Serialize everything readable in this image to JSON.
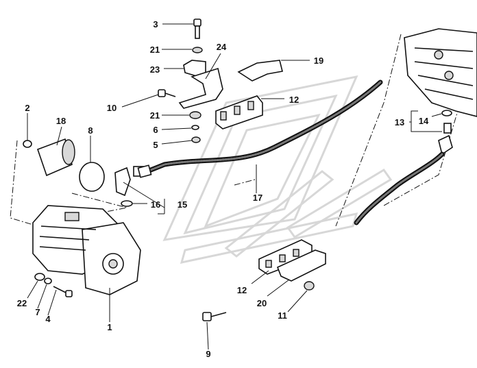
{
  "diagram": {
    "callouts": [
      {
        "id": "c1",
        "text": "1"
      },
      {
        "id": "c2",
        "text": "2"
      },
      {
        "id": "c3",
        "text": "3"
      },
      {
        "id": "c4",
        "text": "4"
      },
      {
        "id": "c5",
        "text": "5"
      },
      {
        "id": "c6",
        "text": "6"
      },
      {
        "id": "c7",
        "text": "7"
      },
      {
        "id": "c8",
        "text": "8"
      },
      {
        "id": "c9",
        "text": "9"
      },
      {
        "id": "c10",
        "text": "10"
      },
      {
        "id": "c11",
        "text": "11"
      },
      {
        "id": "c12a",
        "text": "12"
      },
      {
        "id": "c12b",
        "text": "12"
      },
      {
        "id": "c13",
        "text": "13"
      },
      {
        "id": "c14",
        "text": "14"
      },
      {
        "id": "c15",
        "text": "15"
      },
      {
        "id": "c16",
        "text": "16"
      },
      {
        "id": "c17",
        "text": "17"
      },
      {
        "id": "c18",
        "text": "18"
      },
      {
        "id": "c19",
        "text": "19"
      },
      {
        "id": "c20",
        "text": "20"
      },
      {
        "id": "c21a",
        "text": "21"
      },
      {
        "id": "c21b",
        "text": "21"
      },
      {
        "id": "c22",
        "text": "22"
      },
      {
        "id": "c23",
        "text": "23"
      },
      {
        "id": "c24",
        "text": "24"
      }
    ]
  }
}
